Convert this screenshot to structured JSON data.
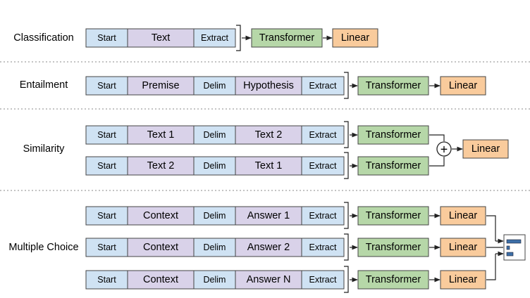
{
  "colors": {
    "token_blue": "#cfe2f3",
    "token_purple": "#d9d2e9",
    "transformer_green": "#b6d7a8",
    "linear_orange": "#f9cb9c",
    "stroke": "#444444",
    "divider": "#888888"
  },
  "tasks": {
    "classification": {
      "label": "Classification",
      "sequence": [
        {
          "text": "Start",
          "kind": "blue"
        },
        {
          "text": "Text",
          "kind": "purple"
        },
        {
          "text": "Extract",
          "kind": "blue"
        }
      ],
      "transformer": "Transformer",
      "linear": "Linear"
    },
    "entailment": {
      "label": "Entailment",
      "sequence": [
        {
          "text": "Start",
          "kind": "blue"
        },
        {
          "text": "Premise",
          "kind": "purple"
        },
        {
          "text": "Delim",
          "kind": "blue"
        },
        {
          "text": "Hypothesis",
          "kind": "purple"
        },
        {
          "text": "Extract",
          "kind": "blue"
        }
      ],
      "transformer": "Transformer",
      "linear": "Linear"
    },
    "similarity": {
      "label": "Similarity",
      "rows": [
        [
          {
            "text": "Start",
            "kind": "blue"
          },
          {
            "text": "Text 1",
            "kind": "purple"
          },
          {
            "text": "Delim",
            "kind": "blue"
          },
          {
            "text": "Text 2",
            "kind": "purple"
          },
          {
            "text": "Extract",
            "kind": "blue"
          }
        ],
        [
          {
            "text": "Start",
            "kind": "blue"
          },
          {
            "text": "Text 2",
            "kind": "purple"
          },
          {
            "text": "Delim",
            "kind": "blue"
          },
          {
            "text": "Text 1",
            "kind": "purple"
          },
          {
            "text": "Extract",
            "kind": "blue"
          }
        ]
      ],
      "transformer": "Transformer",
      "combine_symbol": "+",
      "linear": "Linear"
    },
    "multiple_choice": {
      "label": "Multiple Choice",
      "rows": [
        [
          {
            "text": "Start",
            "kind": "blue"
          },
          {
            "text": "Context",
            "kind": "purple"
          },
          {
            "text": "Delim",
            "kind": "blue"
          },
          {
            "text": "Answer 1",
            "kind": "purple"
          },
          {
            "text": "Extract",
            "kind": "blue"
          }
        ],
        [
          {
            "text": "Start",
            "kind": "blue"
          },
          {
            "text": "Context",
            "kind": "purple"
          },
          {
            "text": "Delim",
            "kind": "blue"
          },
          {
            "text": "Answer 2",
            "kind": "purple"
          },
          {
            "text": "Extract",
            "kind": "blue"
          }
        ],
        [
          {
            "text": "Start",
            "kind": "blue"
          },
          {
            "text": "Context",
            "kind": "purple"
          },
          {
            "text": "Delim",
            "kind": "blue"
          },
          {
            "text": "Answer N",
            "kind": "purple"
          },
          {
            "text": "Extract",
            "kind": "blue"
          }
        ]
      ],
      "transformer": "Transformer",
      "linear": "Linear",
      "output_icon": "softmax-bars-icon"
    }
  }
}
